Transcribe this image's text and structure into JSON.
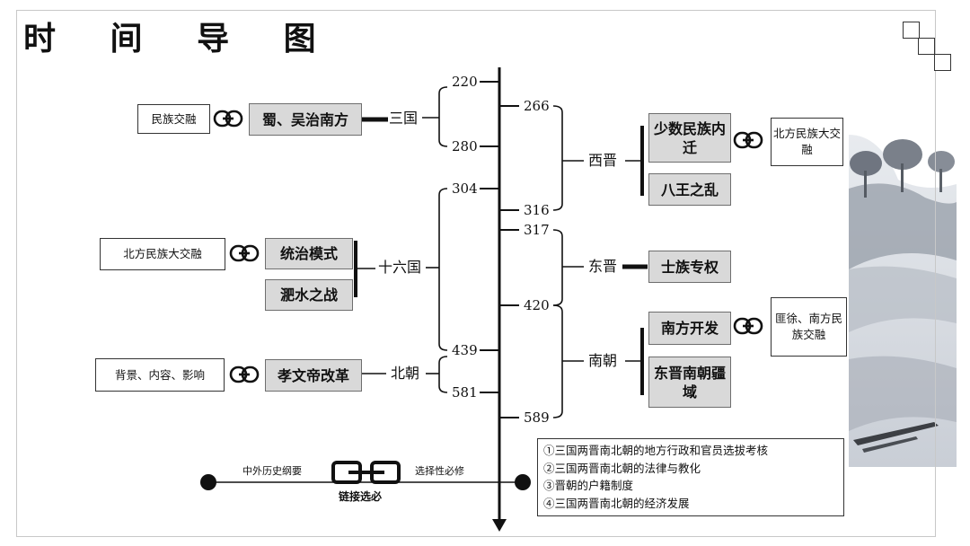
{
  "title": "时 间 导 图",
  "timeline": {
    "years_left": [
      "220",
      "280",
      "304",
      "439",
      "581"
    ],
    "years_right": [
      "266",
      "316",
      "317",
      "420",
      "589"
    ]
  },
  "left": {
    "sanguo": {
      "dynasty": "三国",
      "event": "蜀、吴治南方",
      "note": "民族交融"
    },
    "shiliuguo": {
      "dynasty": "十六国",
      "events": [
        "统治模式",
        "淝水之战"
      ],
      "note": "北方民族大交融"
    },
    "beichao": {
      "dynasty": "北朝",
      "event": "孝文帝改革",
      "note": "背景、内容、影响"
    }
  },
  "right": {
    "xijin": {
      "dynasty": "西晋",
      "events": [
        "少数民族内迁",
        "八王之乱"
      ],
      "note": "北方民族大交融"
    },
    "dongjin": {
      "dynasty": "东晋",
      "event": "士族专权"
    },
    "nanchao": {
      "dynasty": "南朝",
      "events": [
        "南方开发",
        "东晋南朝疆域"
      ],
      "note": "匪徐、南方民族交融"
    }
  },
  "links": {
    "label": "链接选必",
    "left_caption": "中外历史纲要",
    "right_caption": "选择性必修"
  },
  "topics": [
    "①三国两晋南北朝的地方行政和官员选拔考核",
    "②三国两晋南北朝的法律与教化",
    "③晋朝的户籍制度",
    "④三国两晋南北朝的经济发展"
  ],
  "icons": {
    "link": "link-chain-icon",
    "dot": "timeline-dot-icon",
    "arrow": "arrow-down-icon"
  },
  "colors": {
    "event_box": "#d9d9d9",
    "line": "#111111"
  }
}
